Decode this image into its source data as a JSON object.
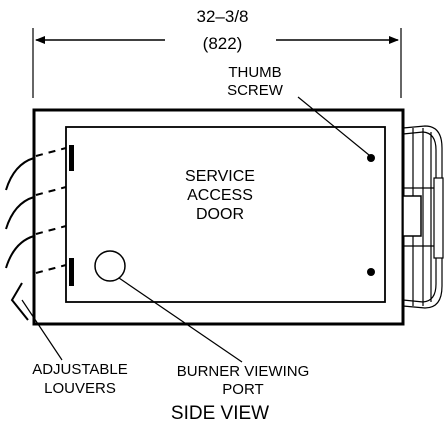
{
  "dimension": {
    "imperial": "32–3/8",
    "metric": "(822)"
  },
  "callouts": {
    "thumb_screw": [
      "THUMB",
      "SCREW"
    ],
    "service_access_door": [
      "SERVICE",
      "ACCESS",
      "DOOR"
    ],
    "adjustable_louvers": [
      "ADJUSTABLE",
      "LOUVERS"
    ],
    "burner_viewing_port": [
      "BURNER VIEWING",
      "PORT"
    ]
  },
  "view_title": "SIDE VIEW",
  "colors": {
    "ink": "#000000",
    "paper": "#ffffff"
  }
}
